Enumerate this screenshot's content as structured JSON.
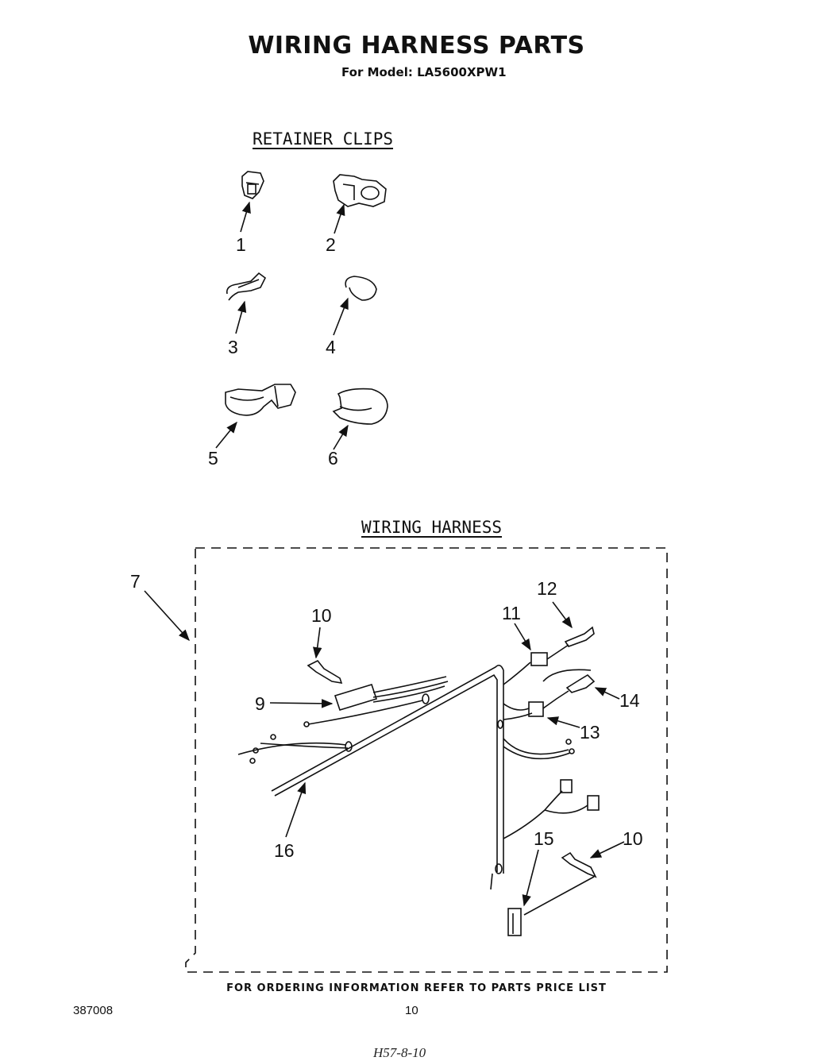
{
  "title": "WIRING HARNESS PARTS",
  "subtitle": "For Model: LA5600XPW1",
  "sections": {
    "retainer_clips": "RETAINER CLIPS",
    "wiring_harness": "WIRING HARNESS"
  },
  "callouts": {
    "c1": "1",
    "c2": "2",
    "c3": "3",
    "c4": "4",
    "c5": "5",
    "c6": "6",
    "c7": "7",
    "c9": "9",
    "c10a": "10",
    "c10b": "10",
    "c11": "11",
    "c12": "12",
    "c13": "13",
    "c14": "14",
    "c15": "15",
    "c16": "16"
  },
  "footer": {
    "ordering_note": "FOR ORDERING INFORMATION REFER TO PARTS PRICE LIST",
    "doc_number": "387008",
    "page_number": "10",
    "handwritten_note": "H57-8-10"
  }
}
